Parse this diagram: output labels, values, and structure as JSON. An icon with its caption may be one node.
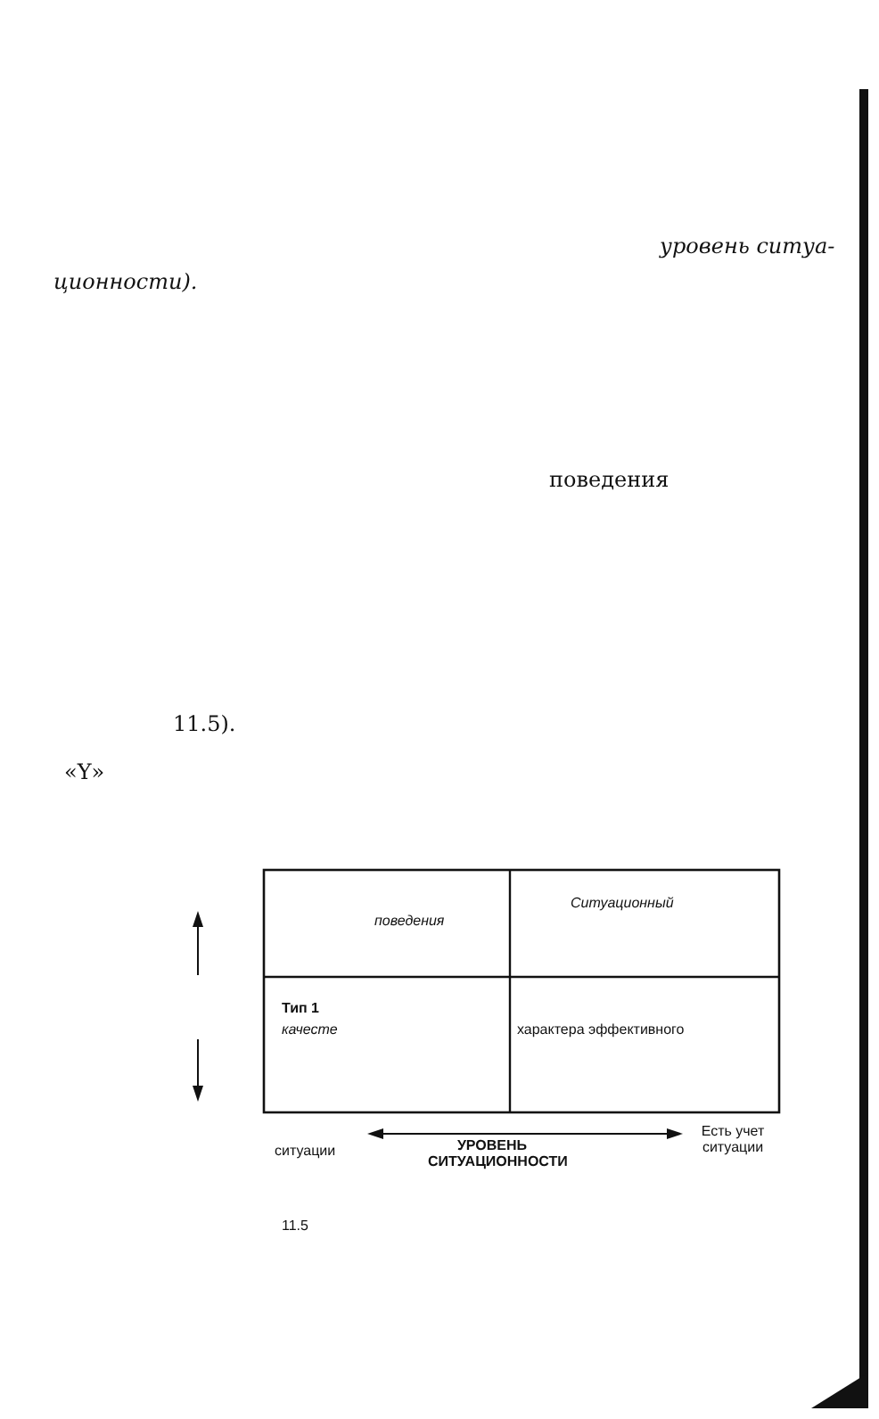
{
  "diagram": {
    "labels": [
      "уровень ситуа-",
      "ционности).",
      "поведения",
      "11.5).",
      "«Y»",
      "поведения",
      "Ситуационный",
      "Тип 1",
      "качесте",
      "характера эффективного",
      "ситуации",
      "УРОВЕНЬ СИТУАЦИОННОСТИ",
      "Есть учет ситуации",
      "11.5"
    ]
  }
}
